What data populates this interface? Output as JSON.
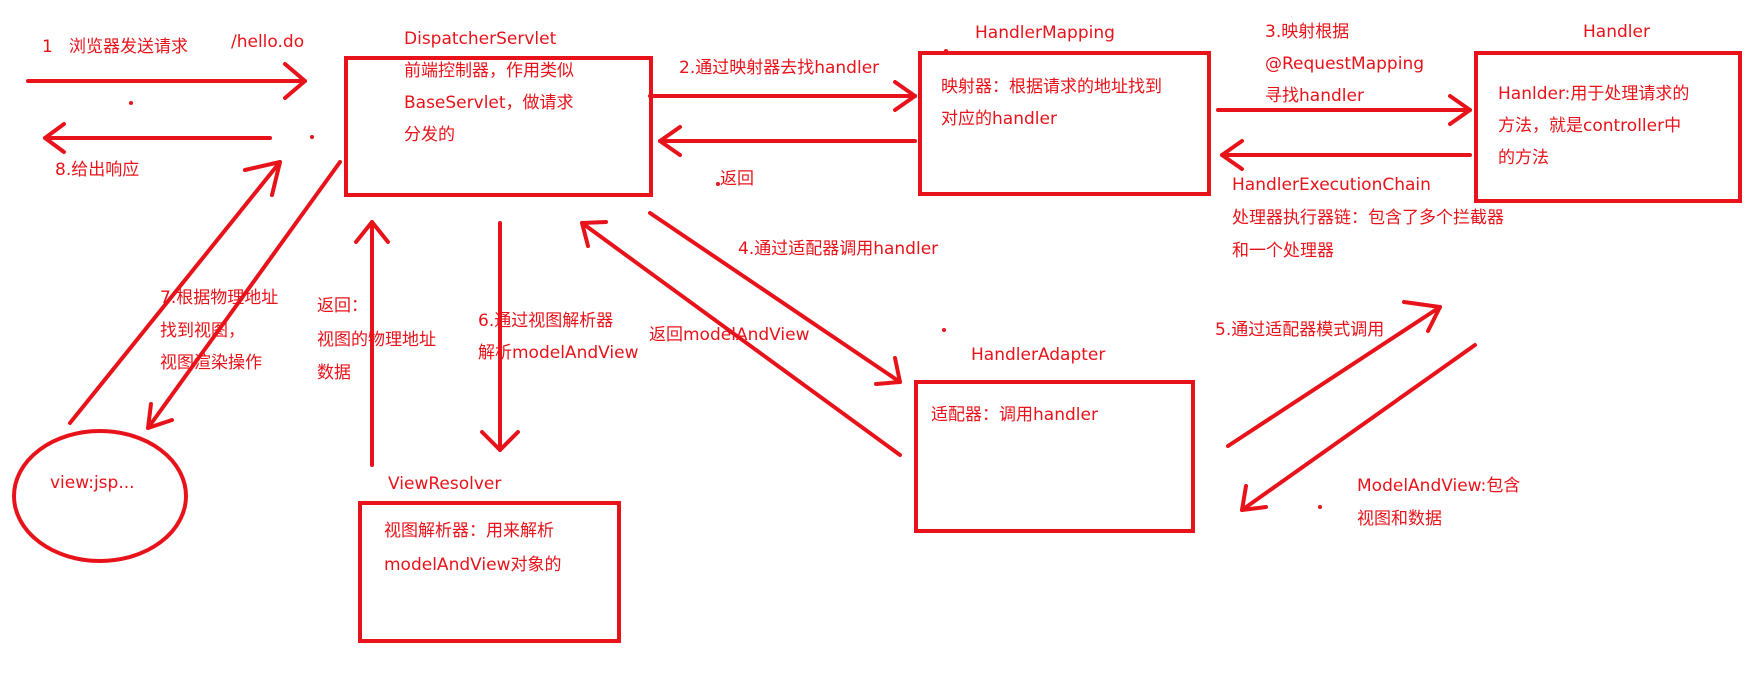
{
  "colors": {
    "ink": "#e8131a",
    "background": "#ffffff"
  },
  "steps": {
    "s1": "1   浏览器发送请求",
    "s1_url": "/hello.do",
    "s2": "2.通过映射器去找handler",
    "s2_return": "返回",
    "s3": [
      "3.映射根据",
      "@RequestMapping",
      "寻找handler"
    ],
    "s3_return": [
      "HandlerExecutionChain",
      "处理器执行器链：包含了多个拦截器",
      "和一个处理器"
    ],
    "s4": "4.通过适配器调用handler",
    "s4_return": "返回modelAndView",
    "s5": "5.通过适配器模式调用",
    "s5_return": [
      "ModelAndView:包含",
      "视图和数据"
    ],
    "s6": [
      "6.通过视图解析器",
      "解析modelAndView"
    ],
    "s6_return": [
      "返回：",
      "视图的物理地址",
      "数据"
    ],
    "s7": [
      "7.根据物理地址",
      "找到视图，",
      "视图渲染操作"
    ],
    "s8": "8.给出响应"
  },
  "components": {
    "dispatcher": {
      "title": "DispatcherServlet",
      "desc": [
        "前端控制器，作用类似",
        "BaseServlet，做请求",
        "分发的"
      ]
    },
    "mapping": {
      "title": "HandlerMapping",
      "desc": [
        "映射器：根据请求的地址找到",
        "对应的handler"
      ]
    },
    "handler": {
      "title": "Handler",
      "desc": [
        "Hanlder:用于处理请求的",
        "方法，就是controller中",
        "的方法"
      ]
    },
    "adapter": {
      "title": "HandlerAdapter",
      "desc": [
        "适配器：调用handler"
      ]
    },
    "resolver": {
      "title": "ViewResolver",
      "desc": [
        "视图解析器：用来解析",
        "modelAndView对象的"
      ]
    },
    "view": {
      "label": "view:jsp..."
    }
  }
}
